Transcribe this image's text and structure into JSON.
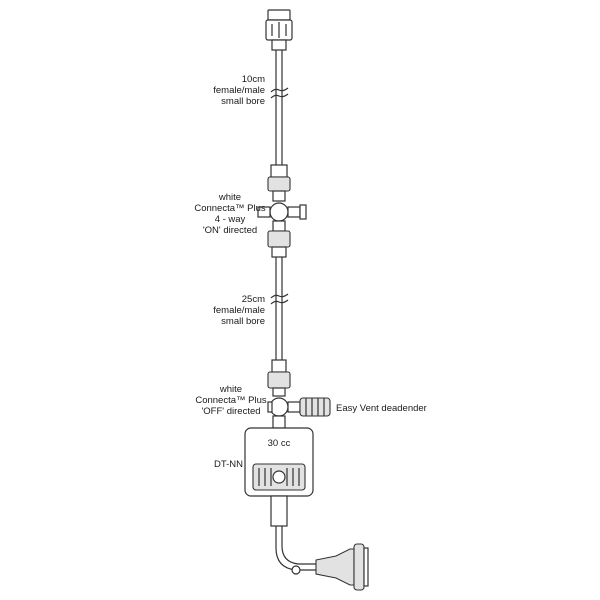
{
  "labels": {
    "top_tube": [
      "10cm",
      "female/male",
      "small bore"
    ],
    "upper_stopcock": [
      "white",
      "Connecta™ Plus",
      "4 - way",
      "'ON' directed"
    ],
    "middle_tube": [
      "25cm",
      "female/male",
      "small bore"
    ],
    "lower_stopcock": [
      "white",
      "Connecta™ Plus",
      "'OFF' directed"
    ],
    "deadender": "Easy Vent deadender",
    "volume": "30 cc",
    "model": "DT-NN"
  },
  "colors": {
    "line": "#333333",
    "fill": "#ffffff",
    "shade": "#e2e2e2"
  }
}
